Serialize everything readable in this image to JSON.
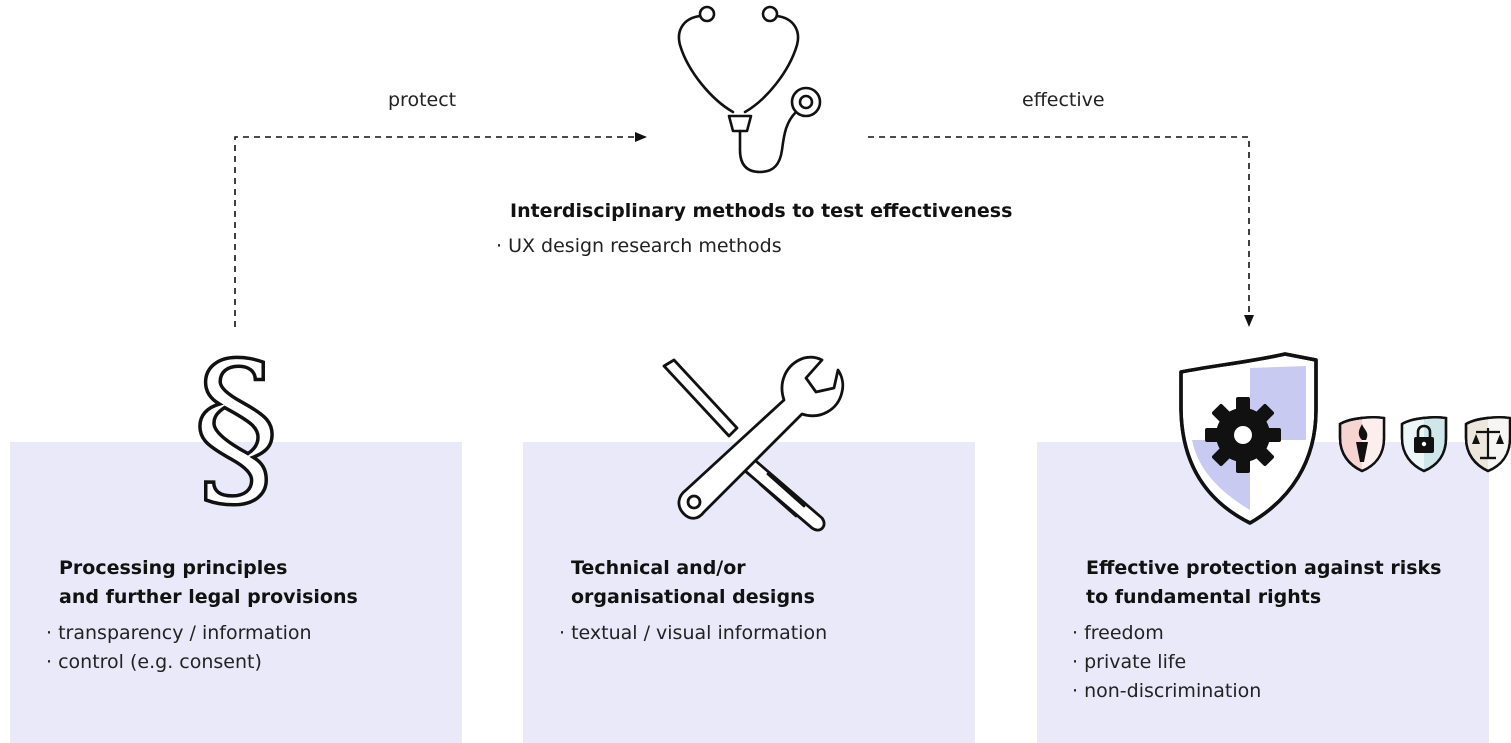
{
  "arrows": {
    "left_label": "protect",
    "right_label": "effective"
  },
  "top": {
    "title": "Interdisciplinary methods to test effectiveness",
    "bullets": [
      "UX design research methods"
    ],
    "icon": "stethoscope-icon"
  },
  "left": {
    "title_lines": [
      "Processing principles",
      "and further legal provisions"
    ],
    "bullets": [
      "transparency / information",
      "control (e.g. consent)"
    ],
    "icon": "section-sign-icon"
  },
  "middle": {
    "title_lines": [
      "Technical and/or",
      "organisational designs"
    ],
    "bullets": [
      "textual / visual information"
    ],
    "icon": "tools-icon"
  },
  "right": {
    "title_lines": [
      "Effective protection against risks",
      "to fundamental rights"
    ],
    "bullets": [
      "freedom",
      "private life",
      "non-discrimination"
    ],
    "icon": "shield-gear-icon",
    "badges": [
      "torch-shield-icon",
      "lock-shield-icon",
      "scales-shield-icon"
    ]
  },
  "colors": {
    "panel": "#e9e9f9",
    "shield_accent": "#c9caf2",
    "badge_freedom": "#f6d4d2",
    "badge_privacy": "#cfe6ea",
    "badge_justice": "#ece6dc"
  }
}
